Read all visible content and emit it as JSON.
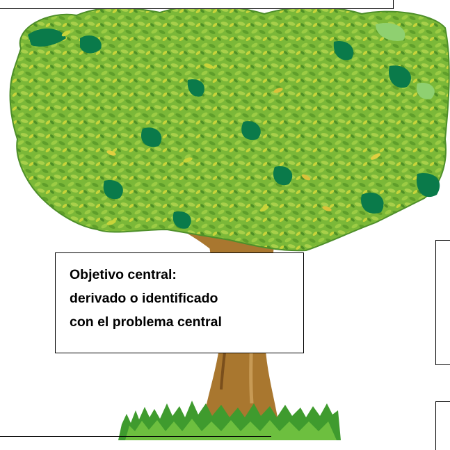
{
  "objective_box": {
    "lines": [
      "Objetivo central:",
      "derivado o identificado",
      "con el problema central"
    ]
  },
  "colors": {
    "canopy_dark": "#0a7a4a",
    "canopy_mid": "#5aa832",
    "canopy_light": "#8fc23c",
    "leaf_yellow": "#c8d43a",
    "trunk": "#a9772f",
    "trunk_dark": "#7a4f1c",
    "grass": "#3f9b2e",
    "grass_light": "#6dbf3f"
  }
}
